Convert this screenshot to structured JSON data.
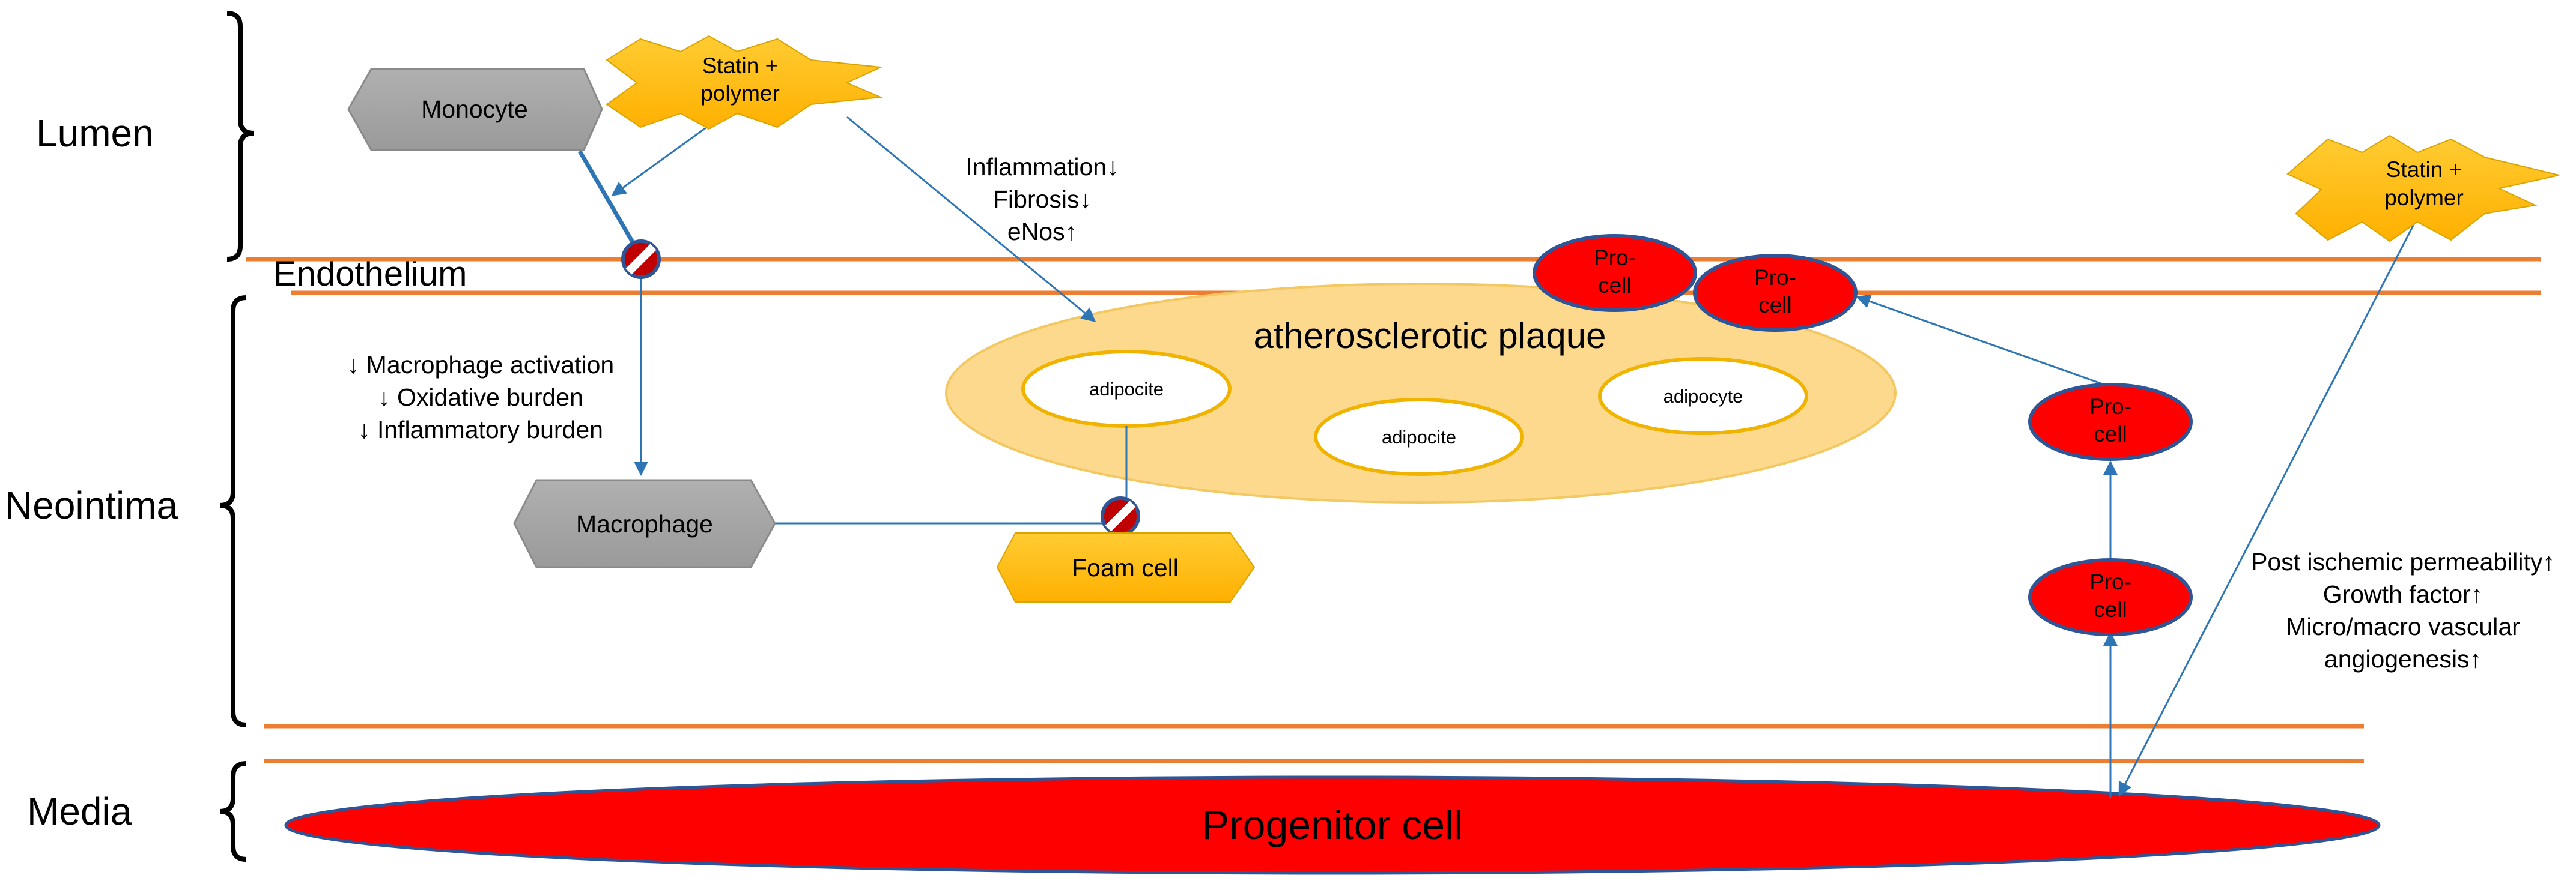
{
  "regions": {
    "lumen": "Lumen",
    "endothelium": "Endothelium",
    "neointima": "Neointima",
    "media": "Media"
  },
  "nodes": {
    "monocyte": "Monocyte",
    "statin_left": [
      "Statin +",
      "polymer"
    ],
    "statin_right": [
      "Statin +",
      "polymer"
    ],
    "macrophage": "Macrophage",
    "foam_cell": "Foam cell",
    "plaque": "atherosclerotic plaque",
    "adipocite_1": "adipocite",
    "adipocite_2": "adipocite",
    "adipocyte_3": "adipocyte",
    "procell_1": [
      "Pro-",
      "cell"
    ],
    "procell_2": [
      "Pro-",
      "cell"
    ],
    "procell_3": [
      "Pro-",
      "cell"
    ],
    "procell_4": [
      "Pro-",
      "cell"
    ],
    "progenitor": "Progenitor cell"
  },
  "annotations": {
    "plaque_effects": [
      "Inflammation↓",
      "Fibrosis↓",
      "eNos↑"
    ],
    "macrophage_effects": [
      "↓ Macrophage activation",
      "↓ Oxidative burden",
      "↓ Inflammatory burden"
    ],
    "progenitor_effects": [
      "Post ischemic permeability↑",
      "Growth factor↑",
      "Micro/macro vascular",
      "angiogenesis↑"
    ]
  },
  "colors": {
    "layer_line": "#ed7d31",
    "arrow": "#2e75b6",
    "grey_node": "#a5a5a5",
    "statin": "#ffc000",
    "plaque": "#fdd98d",
    "procell": "#ff0000",
    "procell_border": "#2f5597",
    "inhibit": "#c00000"
  }
}
